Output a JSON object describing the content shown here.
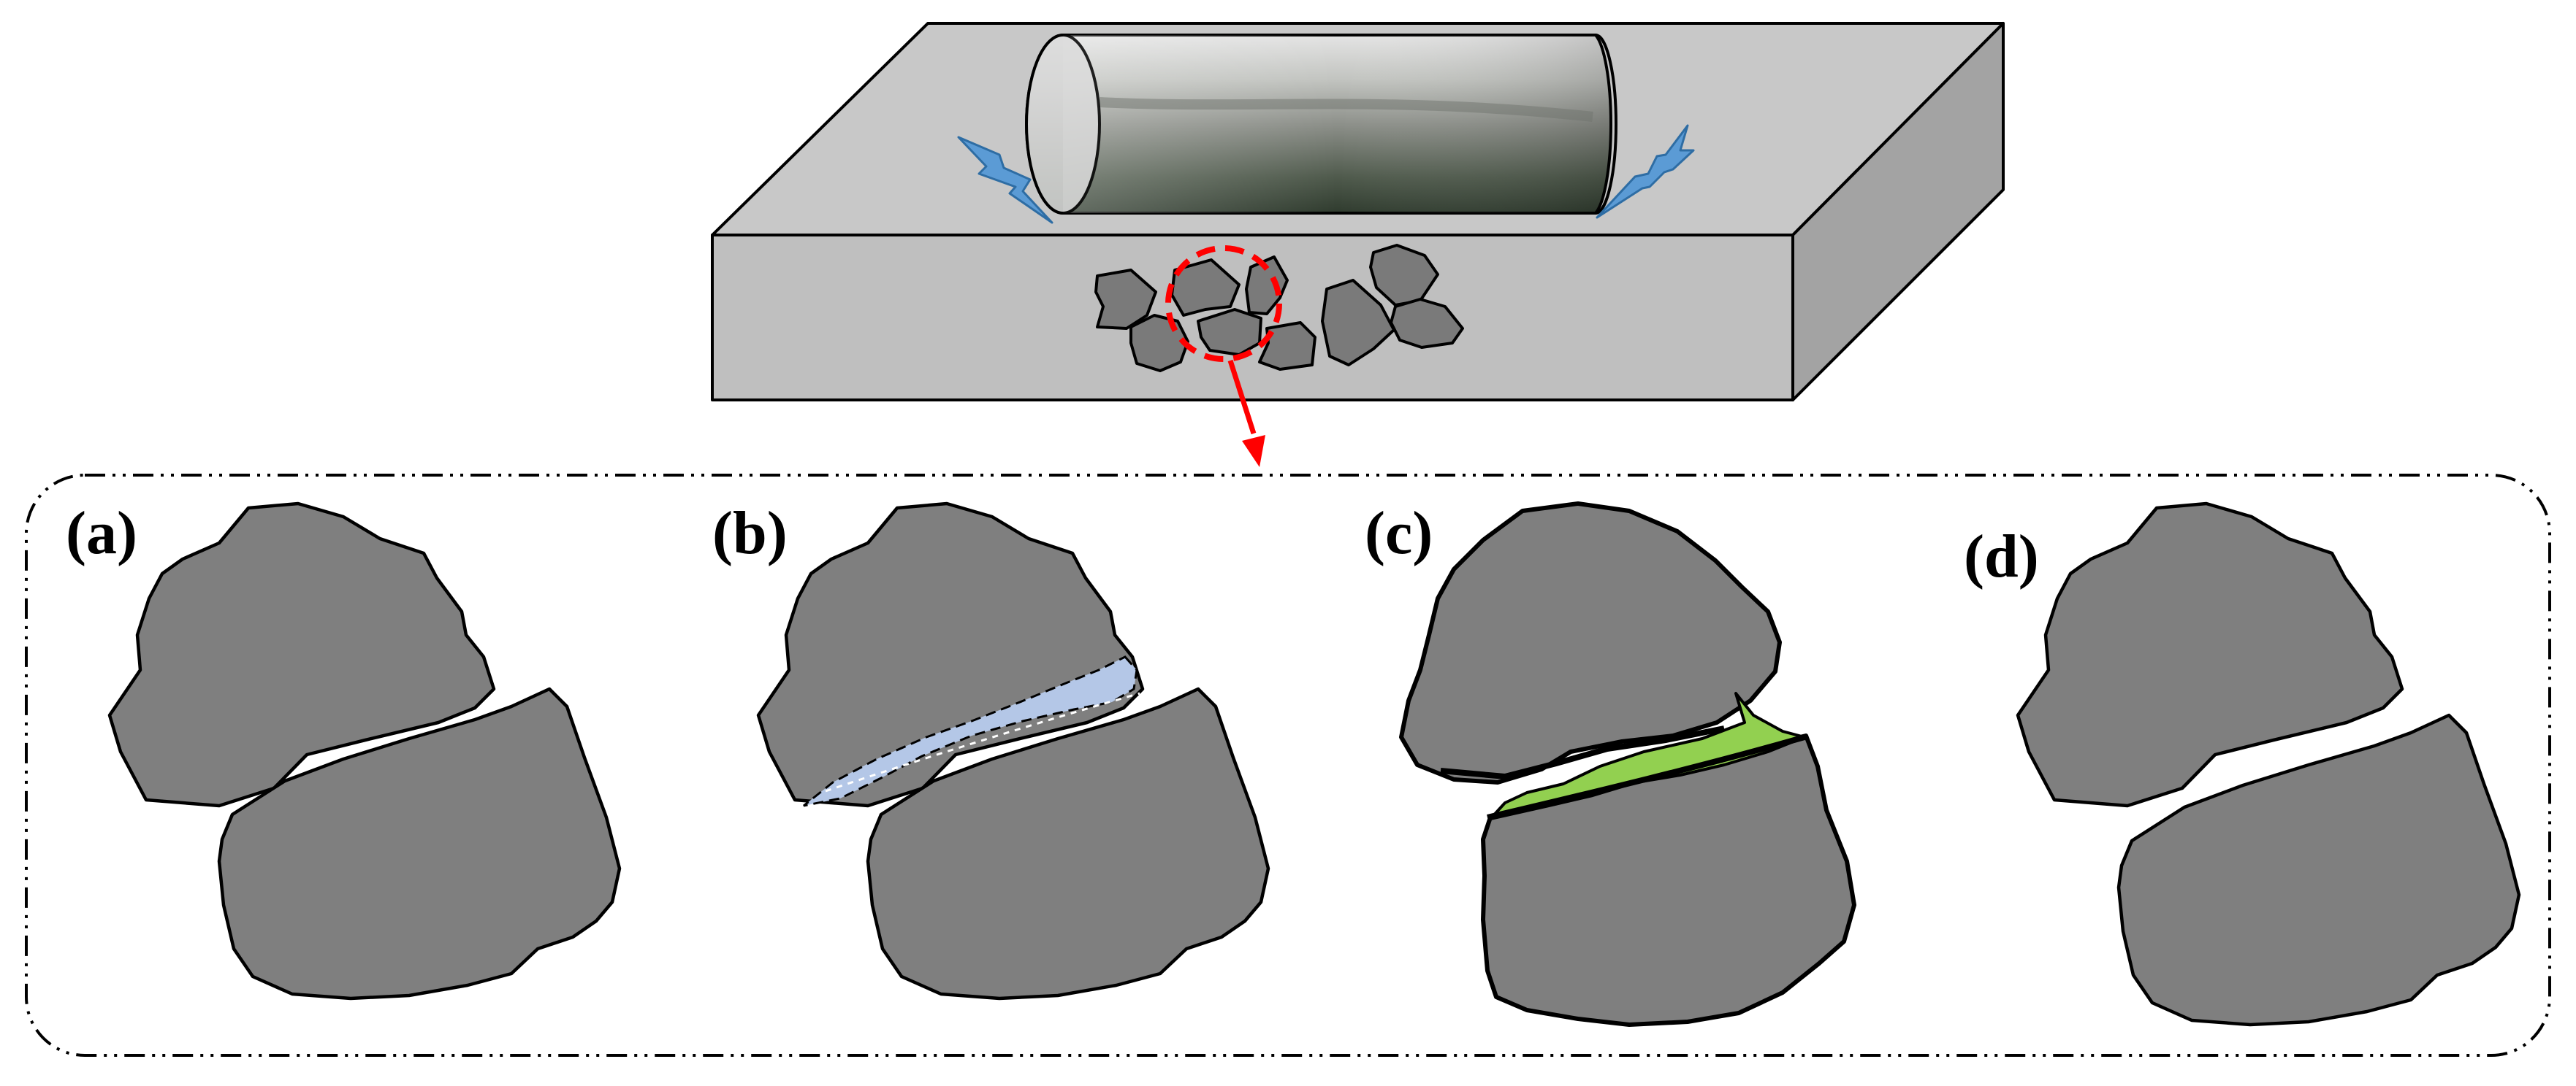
{
  "figure": {
    "panels": [
      {
        "id": "a",
        "label": "(a)"
      },
      {
        "id": "b",
        "label": "(b)"
      },
      {
        "id": "c",
        "label": "(c)"
      },
      {
        "id": "d",
        "label": "(d)"
      }
    ],
    "colors": {
      "slab_top": "#c8c8c8",
      "slab_front": "#bfbfbf",
      "slab_side": "#a3a3a3",
      "aggregate": "#7f7f7f",
      "highlight_circle": "#ff0000",
      "pointer_arrow": "#ff0000",
      "lightning": "#5b9bd5",
      "layer_b": "#b4c7e7",
      "layer_c": "#92d050"
    },
    "icons": [
      "lightning-bolt-icon",
      "cylinder-roller",
      "aggregate-particle"
    ]
  }
}
